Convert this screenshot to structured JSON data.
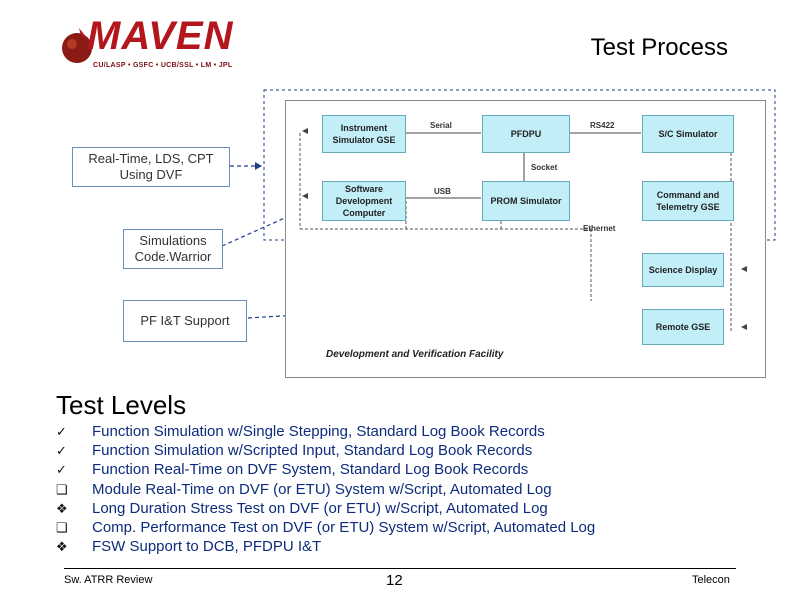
{
  "header": {
    "logo_text": "MAVEN",
    "logo_partners": "CU/LASP • GSFC • UCB/SSL • LM • JPL",
    "title": "Test Process"
  },
  "callouts": {
    "realtime": "Real-Time, LDS, CPT Using DVF",
    "simulations": "Simulations Code.Warrior",
    "pf_it": "PF I&T Support"
  },
  "diagram": {
    "boxes": {
      "instrument_sim": "Instrument Simulator GSE",
      "pfdpu": "PFDPU",
      "sc_sim": "S/C Simulator",
      "sw_dev": "Software Development Computer",
      "prom_sim": "PROM Simulator",
      "cmd_tlm": "Command and Telemetry GSE",
      "science_display": "Science Display",
      "remote_gse": "Remote GSE"
    },
    "labels": {
      "serial": "Serial",
      "rs422": "RS422",
      "socket": "Socket",
      "usb": "USB",
      "ethernet": "Ethernet"
    },
    "caption": "Development and Verification Facility"
  },
  "levels": {
    "title": "Test Levels",
    "items": [
      {
        "bullet": "✓",
        "text": "Function Simulation w/Single Stepping, Standard Log Book Records"
      },
      {
        "bullet": "✓",
        "text": "Function Simulation w/Scripted Input, Standard Log Book Records"
      },
      {
        "bullet": "✓",
        "text": "Function Real-Time on DVF System, Standard Log Book Records"
      },
      {
        "bullet": "❑",
        "text": "Module Real-Time on DVF (or ETU) System w/Script, Automated Log"
      },
      {
        "bullet": "❖",
        "text": "Long Duration Stress Test on DVF (or ETU) w/Script, Automated Log"
      },
      {
        "bullet": "❑",
        "text": "Comp. Performance Test on DVF (or ETU) System w/Script, Automated Log"
      },
      {
        "bullet": "❖",
        "text": "FSW Support to DCB, PFDPU I&T"
      }
    ]
  },
  "footer": {
    "left": "Sw. ATRR Review",
    "page": "12",
    "right": "Telecon"
  }
}
